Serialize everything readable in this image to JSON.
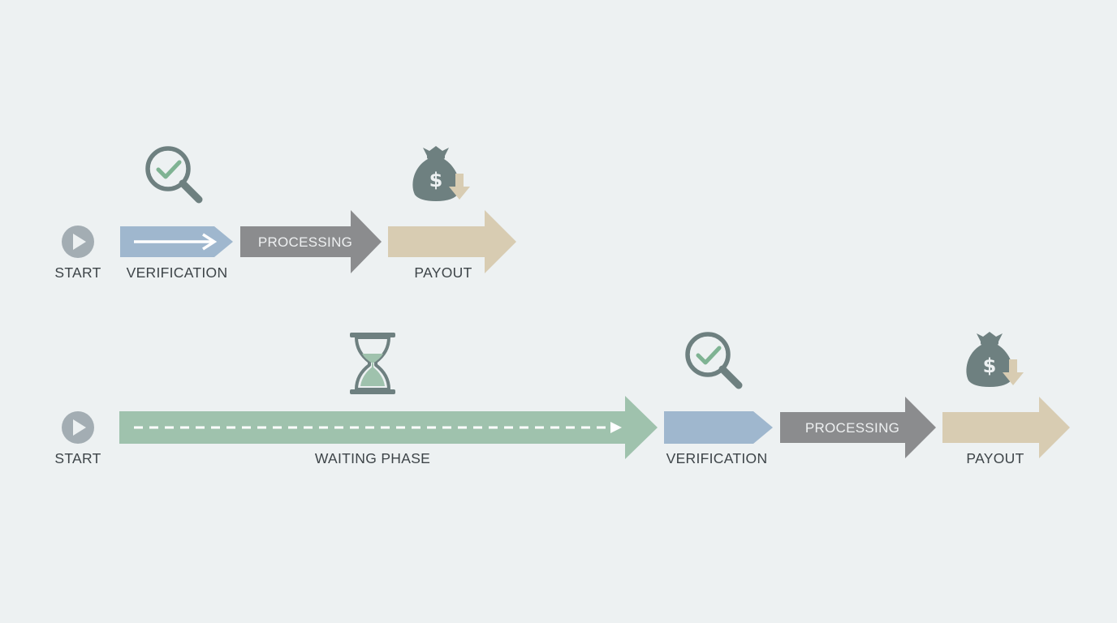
{
  "colors": {
    "background": "#edf1f2",
    "verification": "#9fb7ce",
    "processing": "#8b8c8e",
    "payout": "#d8ccb2",
    "waiting": "#9fc2ad",
    "start_icon": "#a3adb3",
    "icon_dark": "#6e8080",
    "check": "#7fb393",
    "label_text": "#3d4448",
    "arrow_text": "#eef0f1"
  },
  "flow_fast": {
    "start": {
      "label": "START",
      "icon": "play-icon"
    },
    "verification": {
      "label": "VERIFICATION",
      "icon": "magnifier-check-icon"
    },
    "processing": {
      "label": "PROCESSING"
    },
    "payout": {
      "label": "PAYOUT",
      "icon": "money-bag-icon"
    }
  },
  "flow_delayed": {
    "start": {
      "label": "START",
      "icon": "play-icon"
    },
    "waiting": {
      "label": "WAITING PHASE",
      "icon": "hourglass-icon"
    },
    "verification": {
      "label": "VERIFICATION",
      "icon": "magnifier-check-icon"
    },
    "processing": {
      "label": "PROCESSING"
    },
    "payout": {
      "label": "PAYOUT",
      "icon": "money-bag-icon"
    }
  }
}
